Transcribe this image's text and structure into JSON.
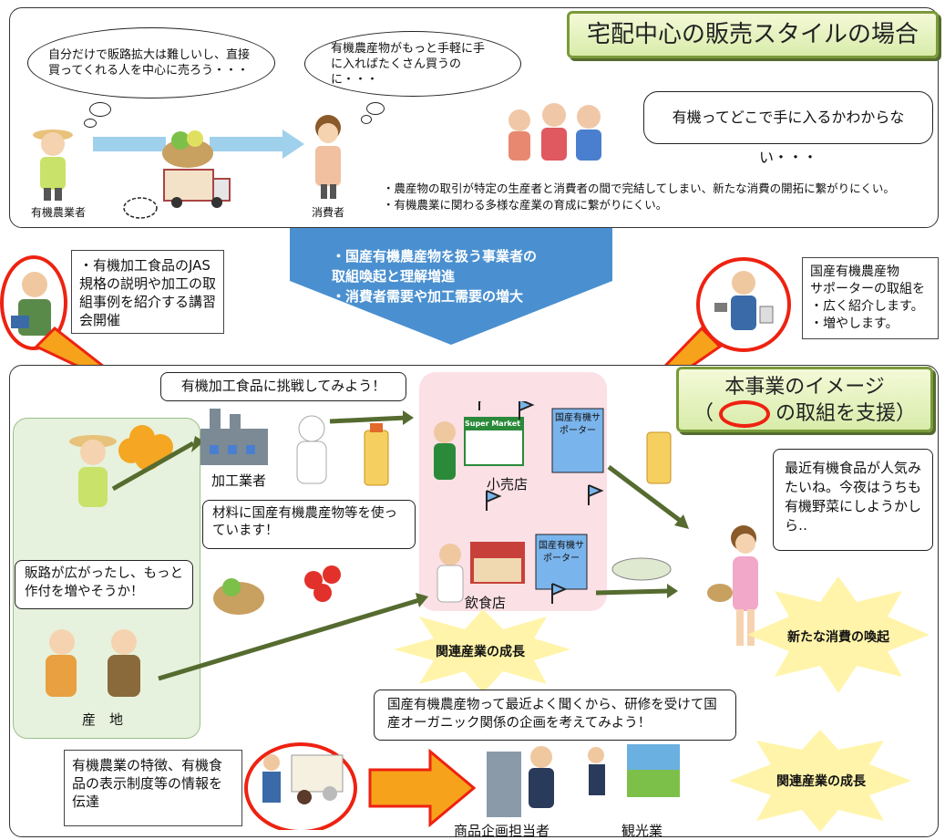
{
  "top": {
    "title": "宅配中心の販売スタイルの場合",
    "farmer_thought": "自分だけで販路拡大は難しいし、直接買ってくれる人を中心に売ろう・・・",
    "consumer_thought": "有機農産物がもっと手軽に手に入ればたくさん買うのに・・・",
    "group_speech": "有機ってどこで手に入るかわからない・・・",
    "farmer_label": "有機農業者",
    "consumer_label": "消費者",
    "note1": "・農産物の取引が特定の生産者と消費者の間で完結してしまい、新たな消費の開拓に繋がりにくい。",
    "note2": "・有機農業に関わる多様な産業の育成に繋がりにくい。"
  },
  "arrow": {
    "line1": "・国産有機農産物を扱う事業者の",
    "line2": "取組喚起と理解増進",
    "line3": "・消費者需要や加工需要の増大"
  },
  "left_callout": "・有機加工食品のJAS規格の説明や加工の取組事例を紹介する講習会開催",
  "right_callout": {
    "l1": "国産有機農産物",
    "l2": "サポーターの取組を",
    "l3": "・広く紹介します。",
    "l4": "・増やします。"
  },
  "bottom": {
    "title1": "本事業のイメージ",
    "title2_pre": "（",
    "title2_post": "の取組を支援）",
    "processor_speech": "有機加工食品に挑戦してみよう！",
    "processor_label": "加工業者",
    "material_speech": "材料に国産有機農産物等を使っています！",
    "retail_label": "小売店",
    "restaurant_label": "飲食店",
    "supermarket_sign": "Super Market",
    "supporter_flag": "国産有機サポーター",
    "farm_speech": "販路が広がったし、もっと作付を増やそうか！",
    "farm_label": "産　地",
    "consumer_speech": "最近有機食品が人気みたいね。今夜はうちも有機野菜にしようかしら‥",
    "burst1": "関連産業の成長",
    "burst2": "新たな消費の喚起",
    "burst3": "関連産業の成長",
    "planner_speech": "国産有機農産物って最近よく聞くから、研修を受けて国産オーガニック関係の企画を考えてみよう！",
    "training_box": "有機農業の特徴、有機食品の表示制度等の情報を伝達",
    "planner_label": "商品企画担当者",
    "tourism_label": "観光業"
  },
  "colors": {
    "accent_blue": "#4a90d0",
    "green": "#7a9a3a",
    "red": "#e21",
    "arrow_orange": "#f7a21b"
  }
}
